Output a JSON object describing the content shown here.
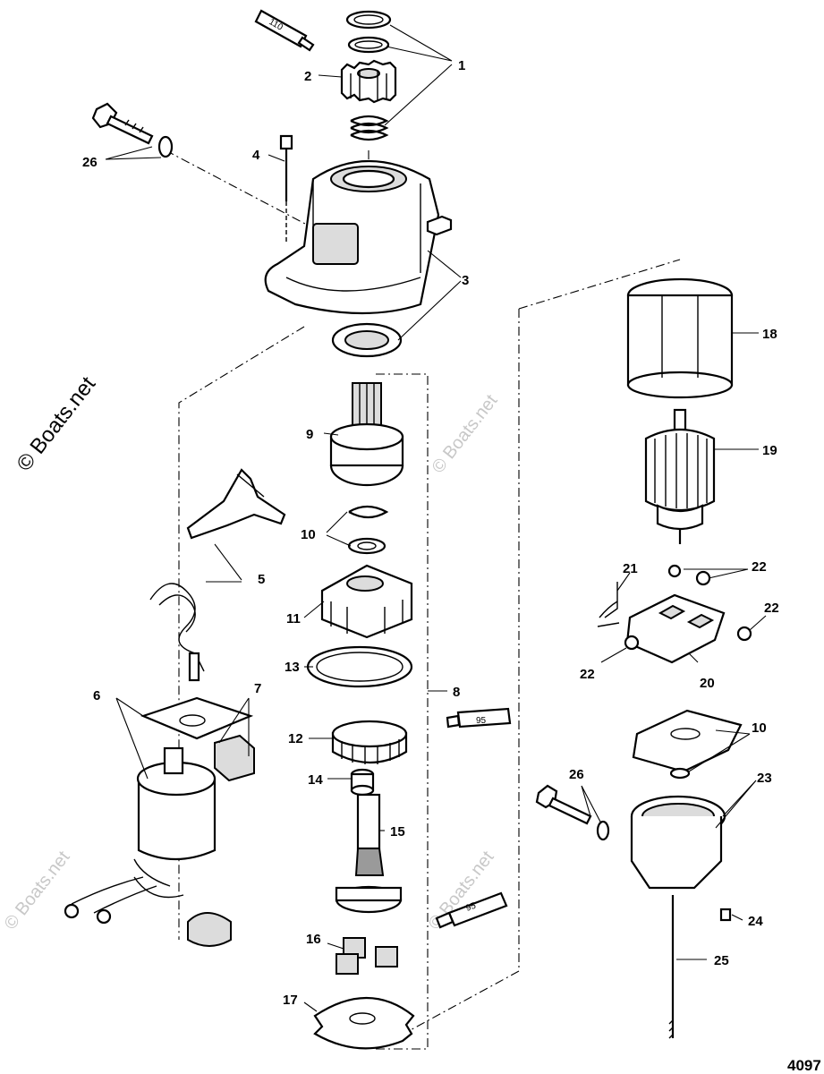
{
  "watermark": {
    "main": "© Boats.net",
    "faint": "© Boats.net"
  },
  "figure_number": "4097",
  "tubes": [
    {
      "label": "110"
    },
    {
      "label": "95"
    },
    {
      "label": "95"
    }
  ],
  "callouts": {
    "c1": "1",
    "c2": "2",
    "c3": "3",
    "c4": "4",
    "c5": "5",
    "c6": "6",
    "c7": "7",
    "c8": "8",
    "c9": "9",
    "c10a": "10",
    "c10b": "10",
    "c11": "11",
    "c12": "12",
    "c13": "13",
    "c14": "14",
    "c15": "15",
    "c16": "16",
    "c17": "17",
    "c18": "18",
    "c19": "19",
    "c20": "20",
    "c21": "21",
    "c22a": "22",
    "c22b": "22",
    "c22c": "22",
    "c23": "23",
    "c24": "24",
    "c25": "25",
    "c26a": "26",
    "c26b": "26"
  }
}
